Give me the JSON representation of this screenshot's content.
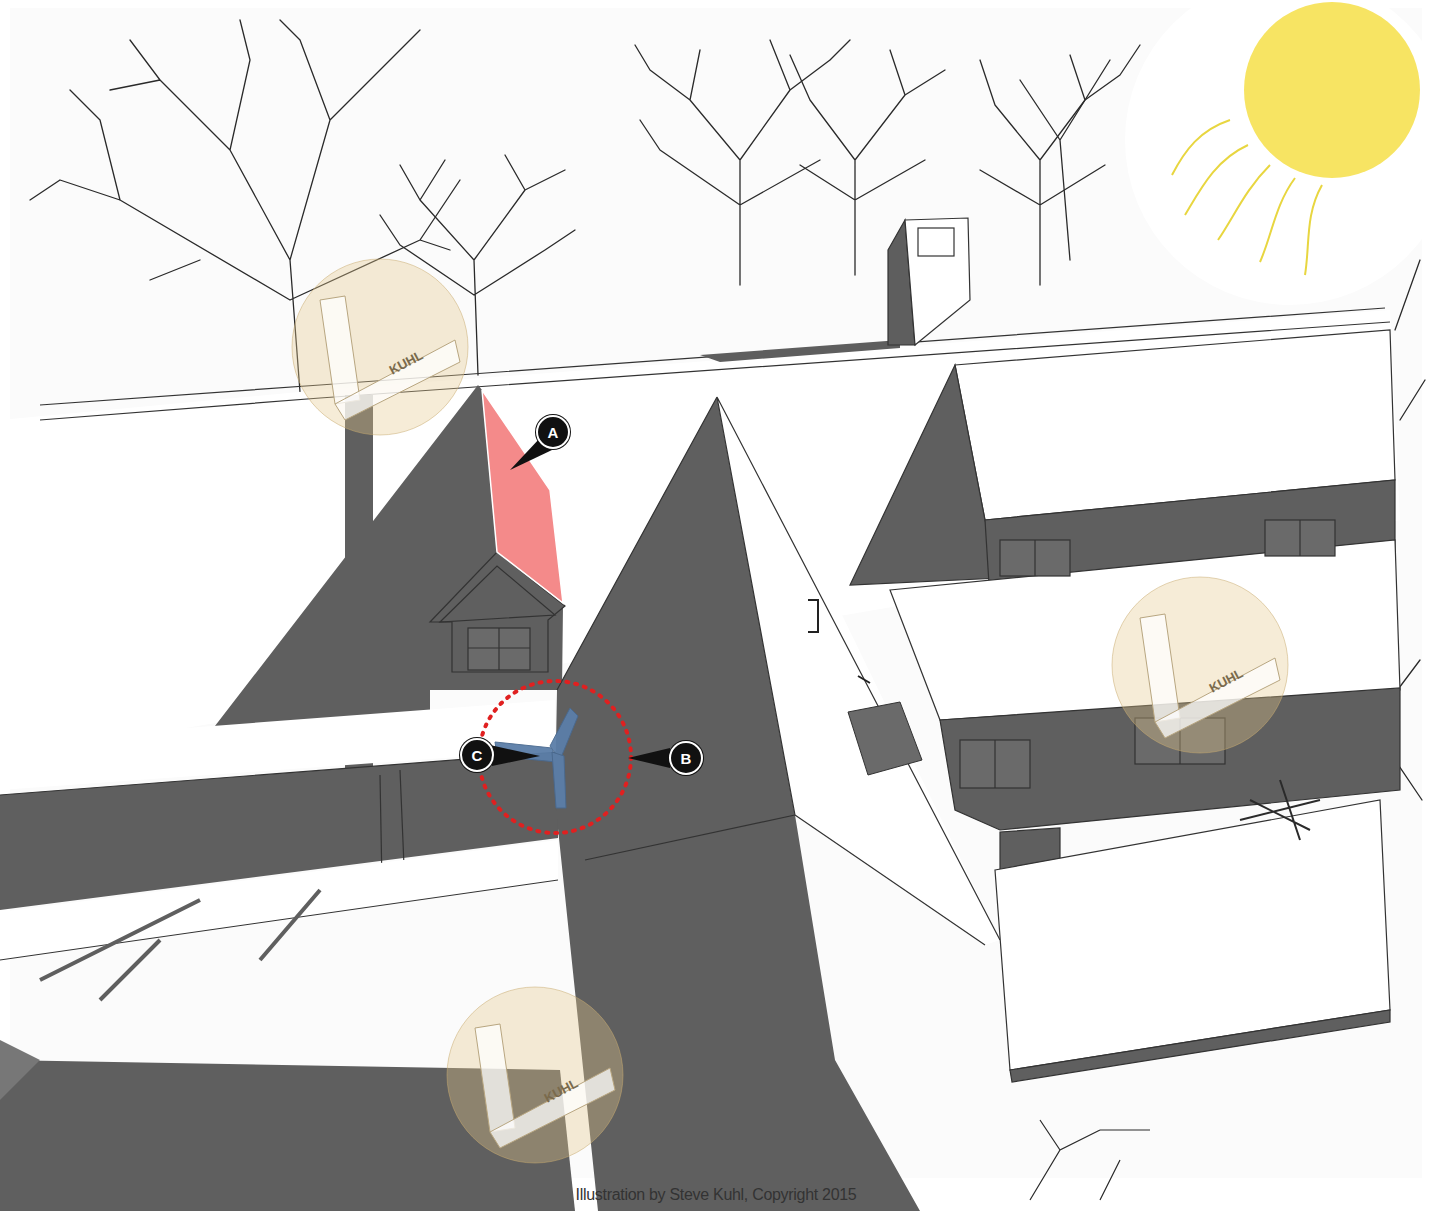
{
  "diagram": {
    "caption": "Illustration by Steve Kuhl, Copyright 2015",
    "nodes": [
      {
        "text": [
          "A"
        ]
      },
      {
        "text": [
          "C"
        ]
      },
      {
        "text": [
          "B"
        ]
      }
    ],
    "edges": [],
    "labels": [
      "KUHL",
      "KUHL",
      "KUHL"
    ]
  }
}
